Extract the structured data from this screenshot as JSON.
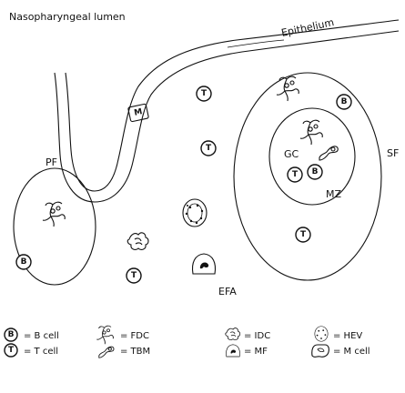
{
  "labels": {
    "lumen": "Nasopharyngeal lumen",
    "epithelium": "Epithelium",
    "m_badge": "M",
    "pf": "PF",
    "sf": "SF",
    "gc": "GC",
    "mz": "MZ",
    "efa": "EFA"
  },
  "cell_letters": {
    "b": "B",
    "t": "T"
  },
  "legend": [
    {
      "icon": "b-cell-icon",
      "text": "= B cell"
    },
    {
      "icon": "t-cell-icon",
      "text": "= T cell"
    },
    {
      "icon": "fdc-icon",
      "text": "= FDC"
    },
    {
      "icon": "tbm-icon",
      "text": "= TBM"
    },
    {
      "icon": "idc-icon",
      "text": "= IDC"
    },
    {
      "icon": "mf-icon",
      "text": "= MF"
    },
    {
      "icon": "hev-icon",
      "text": "= HEV"
    },
    {
      "icon": "m-cell-icon",
      "text": "= M cell"
    }
  ],
  "colors": {
    "ink": "#111111",
    "paper": "#ffffff"
  }
}
